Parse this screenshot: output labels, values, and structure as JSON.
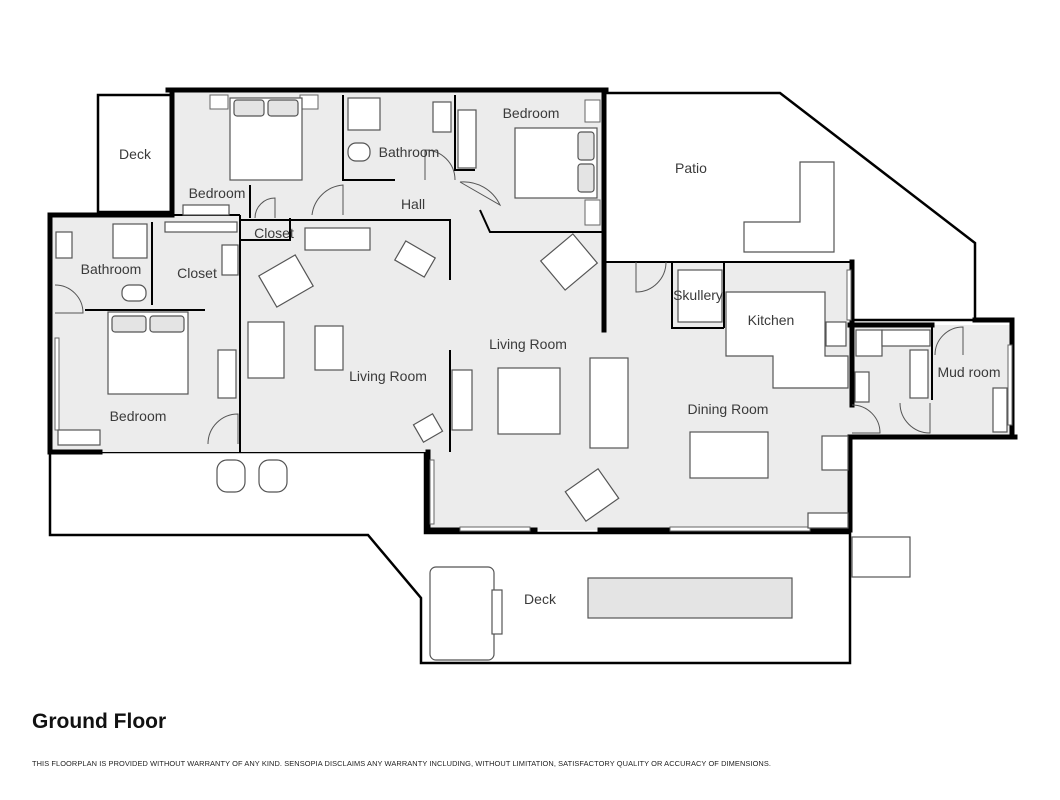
{
  "floor_title": "Ground Floor",
  "disclaimer": "THIS FLOORPLAN IS PROVIDED WITHOUT WARRANTY OF ANY KIND. SENSOPIA DISCLAIMS ANY WARRANTY INCLUDING, WITHOUT LIMITATION, SATISFACTORY QUALITY OR ACCURACY OF DIMENSIONS.",
  "rooms": {
    "deck_nw": "Deck",
    "bedroom_top": "Bedroom",
    "bathroom_top": "Bathroom",
    "bedroom_top_right": "Bedroom",
    "patio": "Patio",
    "hall": "Hall",
    "closet_hall": "Closet",
    "bathroom_left": "Bathroom",
    "closet_left": "Closet",
    "living_room_left": "Living Room",
    "living_room_center": "Living Room",
    "skullery": "Skullery",
    "kitchen": "Kitchen",
    "mud_room": "Mud room",
    "dining_room": "Dining Room",
    "bedroom_left": "Bedroom",
    "deck_south": "Deck"
  }
}
